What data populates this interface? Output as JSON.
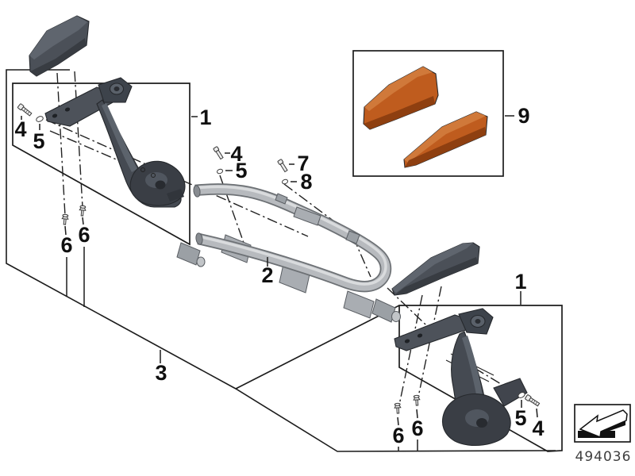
{
  "part_number": "494036",
  "callouts": {
    "group_left": "1",
    "group_right": "1",
    "frame": "2",
    "kit_plane": "3",
    "bolt_left": "4",
    "washer_left": "5",
    "bolt_mid": "4",
    "washer_mid": "5",
    "bolt_top": "7",
    "washer_top": "8",
    "screw_left_a": "6",
    "screw_left_b": "6",
    "screw_right_a": "6",
    "screw_right_b": "6",
    "washer_right": "5",
    "bolt_right": "4",
    "inset_pads": "9"
  },
  "colors": {
    "background": "#ffffff",
    "outline": "#1c1c1c",
    "pad_dark": "#4b5058",
    "pad_dark_top": "#5f656e",
    "pad_dark_shadow": "#383c42",
    "bracket": "#454a52",
    "bracket_dark": "#3a3e45",
    "bracket_light": "#5c636c",
    "orange": "#bf5c1e",
    "orange_dark": "#8e3f10",
    "orange_light": "#d0793a",
    "tube": "#b7babe",
    "tube_edge": "#6d7175",
    "part_number_color": "#3f3f3f"
  }
}
